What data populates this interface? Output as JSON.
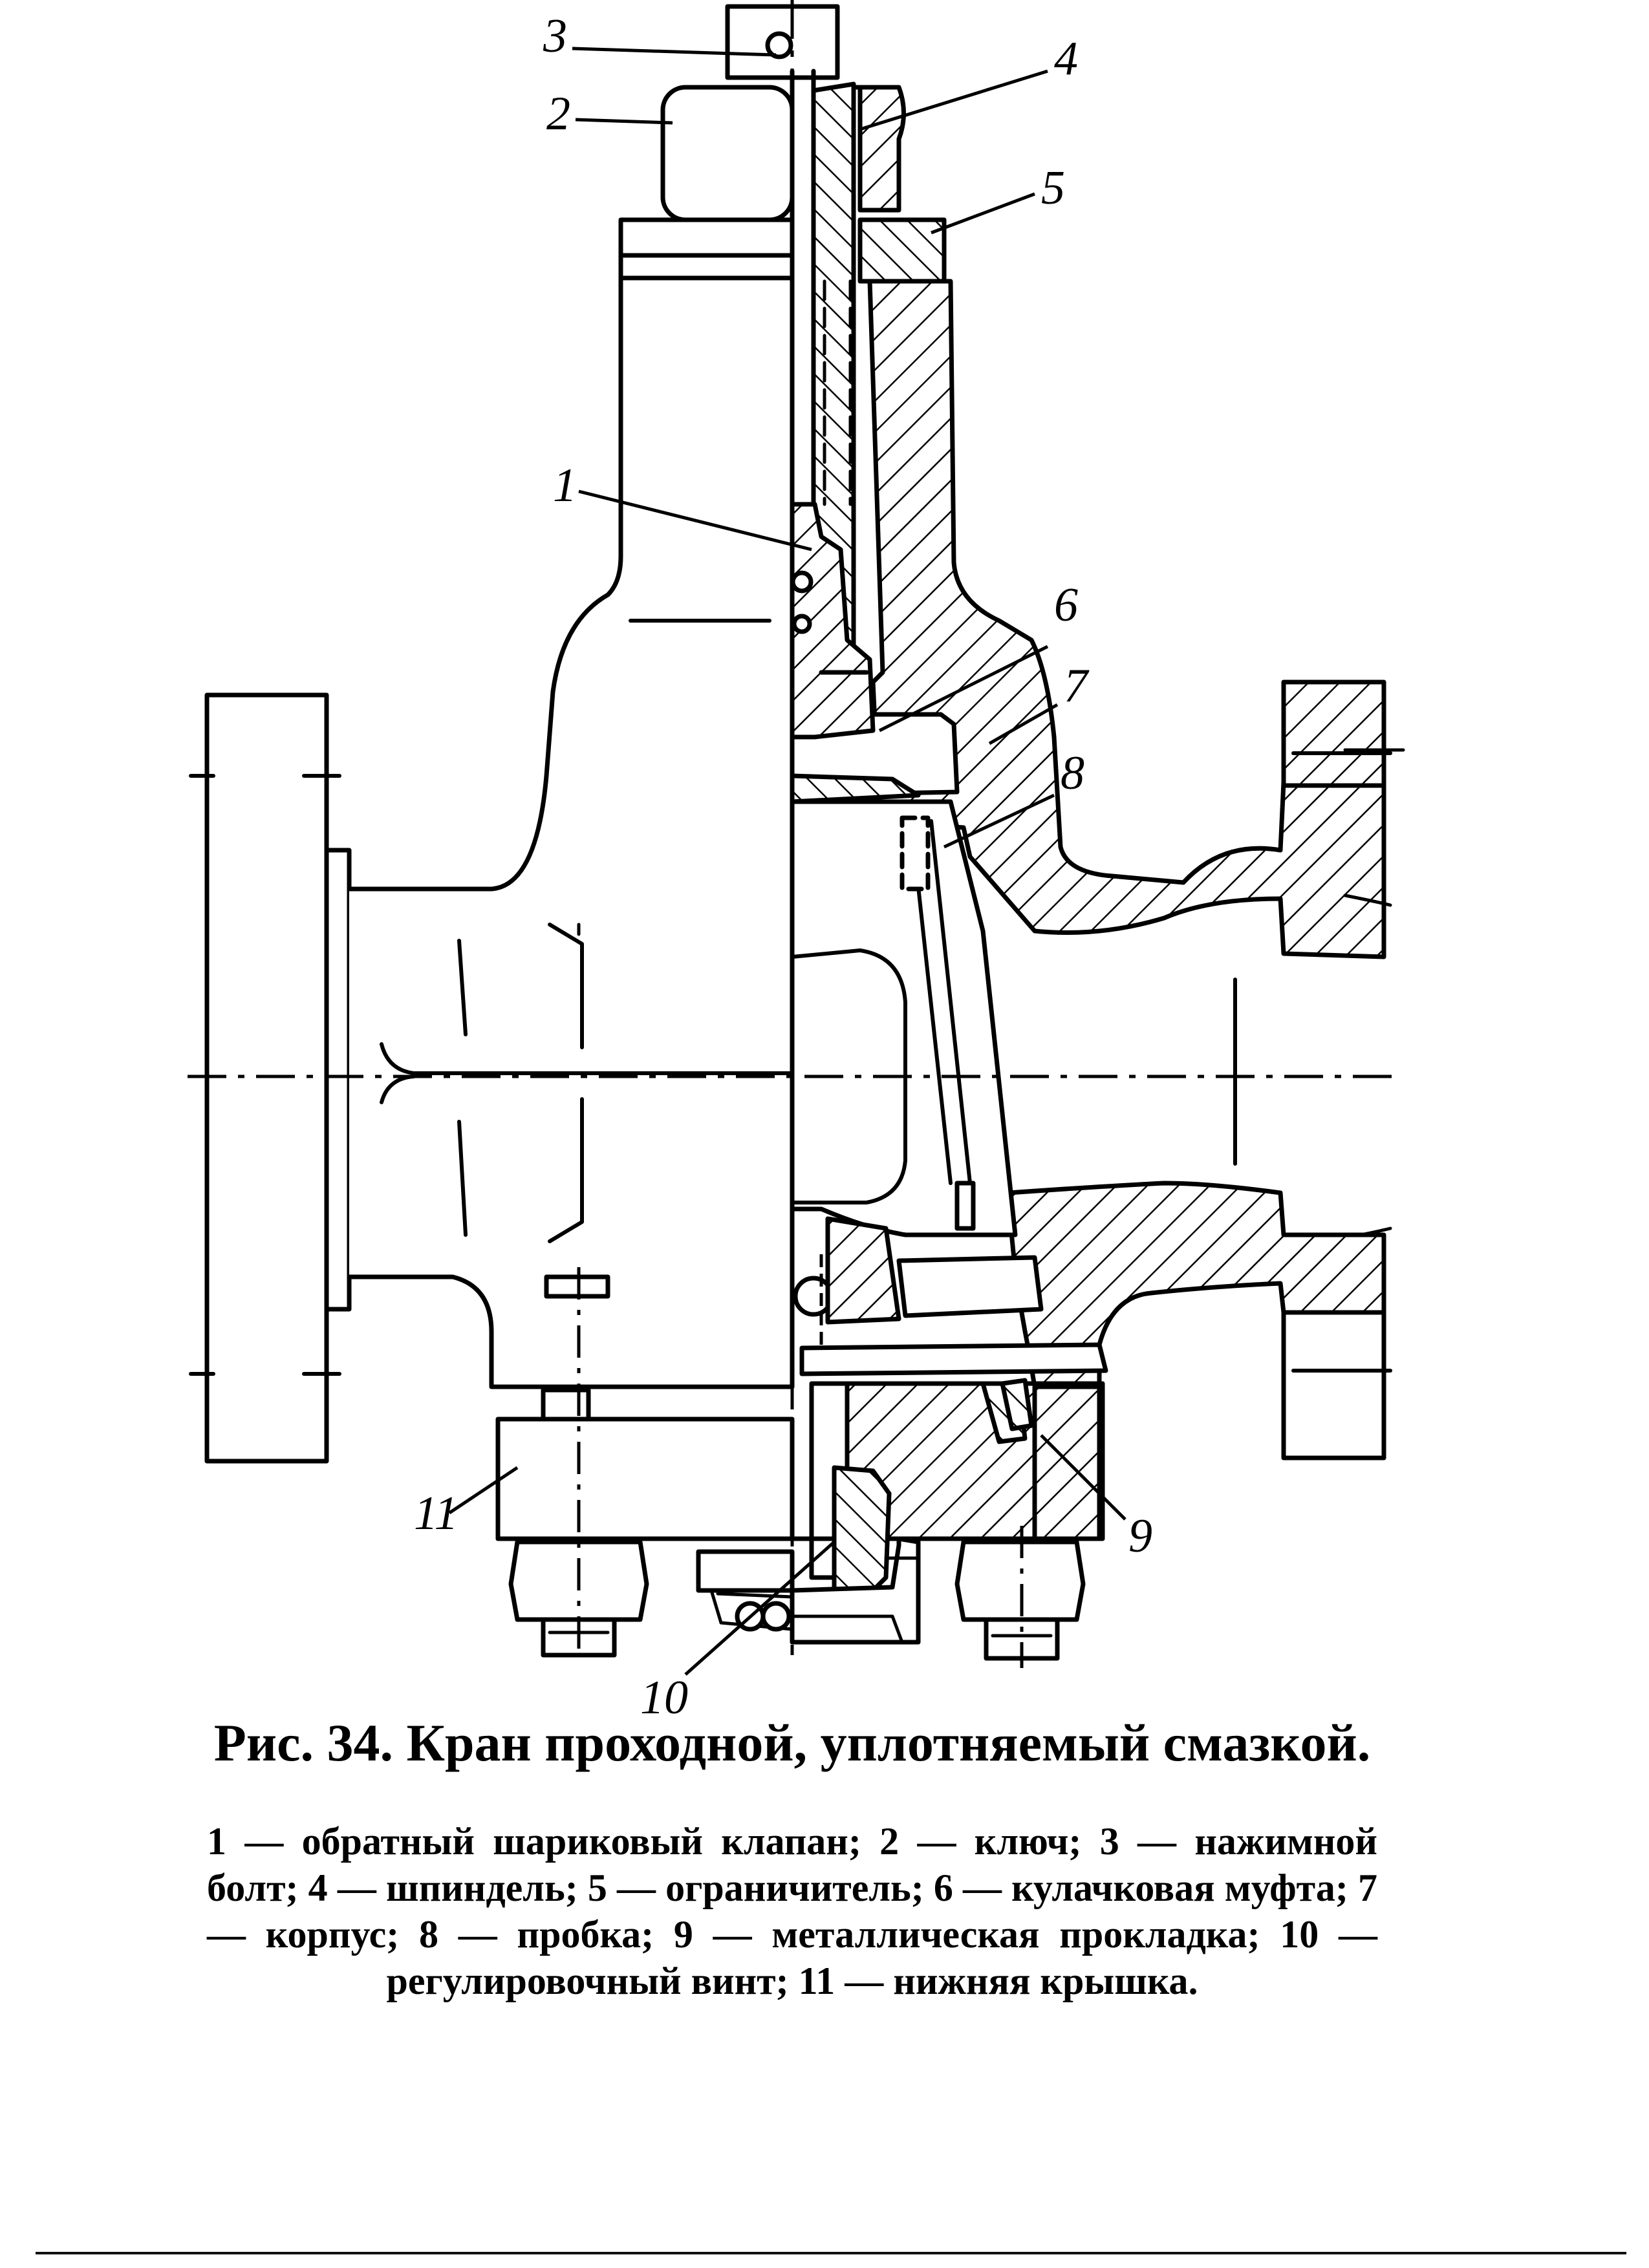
{
  "figure": {
    "callouts": [
      "1",
      "2",
      "3",
      "4",
      "5",
      "6",
      "7",
      "8",
      "9",
      "10",
      "11"
    ],
    "title": "Рис. 34. Кран проходной, уплотняемый смазкой.",
    "legend": "1 — обратный шариковый клапан; 2 — ключ; 3 — нажимной болт; 4 — шпиндель; 5 — ограничитель; 6 — кулачковая муфта; 7 — корпус; 8 — пробка; 9 — металлическая прокладка; 10 — регулировочный винт; 11 — нижняя крышка."
  },
  "colors": {
    "ink": "#000000",
    "paper": "#ffffff"
  }
}
